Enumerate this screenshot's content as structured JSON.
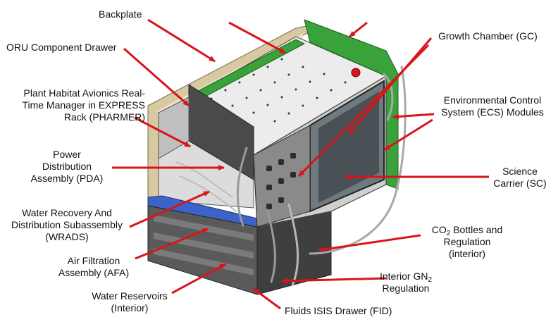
{
  "labels": {
    "backplate": "Backplate",
    "oru_drawer": "ORU Component Drawer",
    "pharmer_1": "Plant Habitat Avionics Real-",
    "pharmer_2": "Time Manager in EXPRESS",
    "pharmer_3": "Rack (PHARMER)",
    "pda_1": "Power",
    "pda_2": "Distribution",
    "pda_3": "Assembly (PDA)",
    "wrads_1": "Water Recovery And",
    "wrads_2": "Distribution Subassembly",
    "wrads_3": "(WRADS)",
    "afa_1": "Air Filtration",
    "afa_2": "Assembly (AFA)",
    "reservoirs_1": "Water Reservoirs",
    "reservoirs_2": "(Interior)",
    "fid": "Fluids ISIS Drawer (FID)",
    "gn2_1_prefix": "Interior GN",
    "gn2_sub": "2",
    "gn2_2": "Regulation",
    "co2_1_prefix": "CO",
    "co2_sub": "2",
    "co2_1_suffix": " Bottles and",
    "co2_2": "Regulation",
    "co2_3": "(interior)",
    "science_1": "Science",
    "science_2": "Carrier (SC)",
    "ecs_1": "Environmental Control",
    "ecs_2": "System (ECS) Modules",
    "gc": "Growth Chamber (GC)"
  },
  "colors": {
    "arrow": "#d9141b",
    "frame_tan": "#d9c9a3",
    "green_panel": "#3aa23a",
    "blue_strip": "#3d63c9",
    "metal_light": "#e8e8e8",
    "metal_dark": "#4a4a4a"
  }
}
